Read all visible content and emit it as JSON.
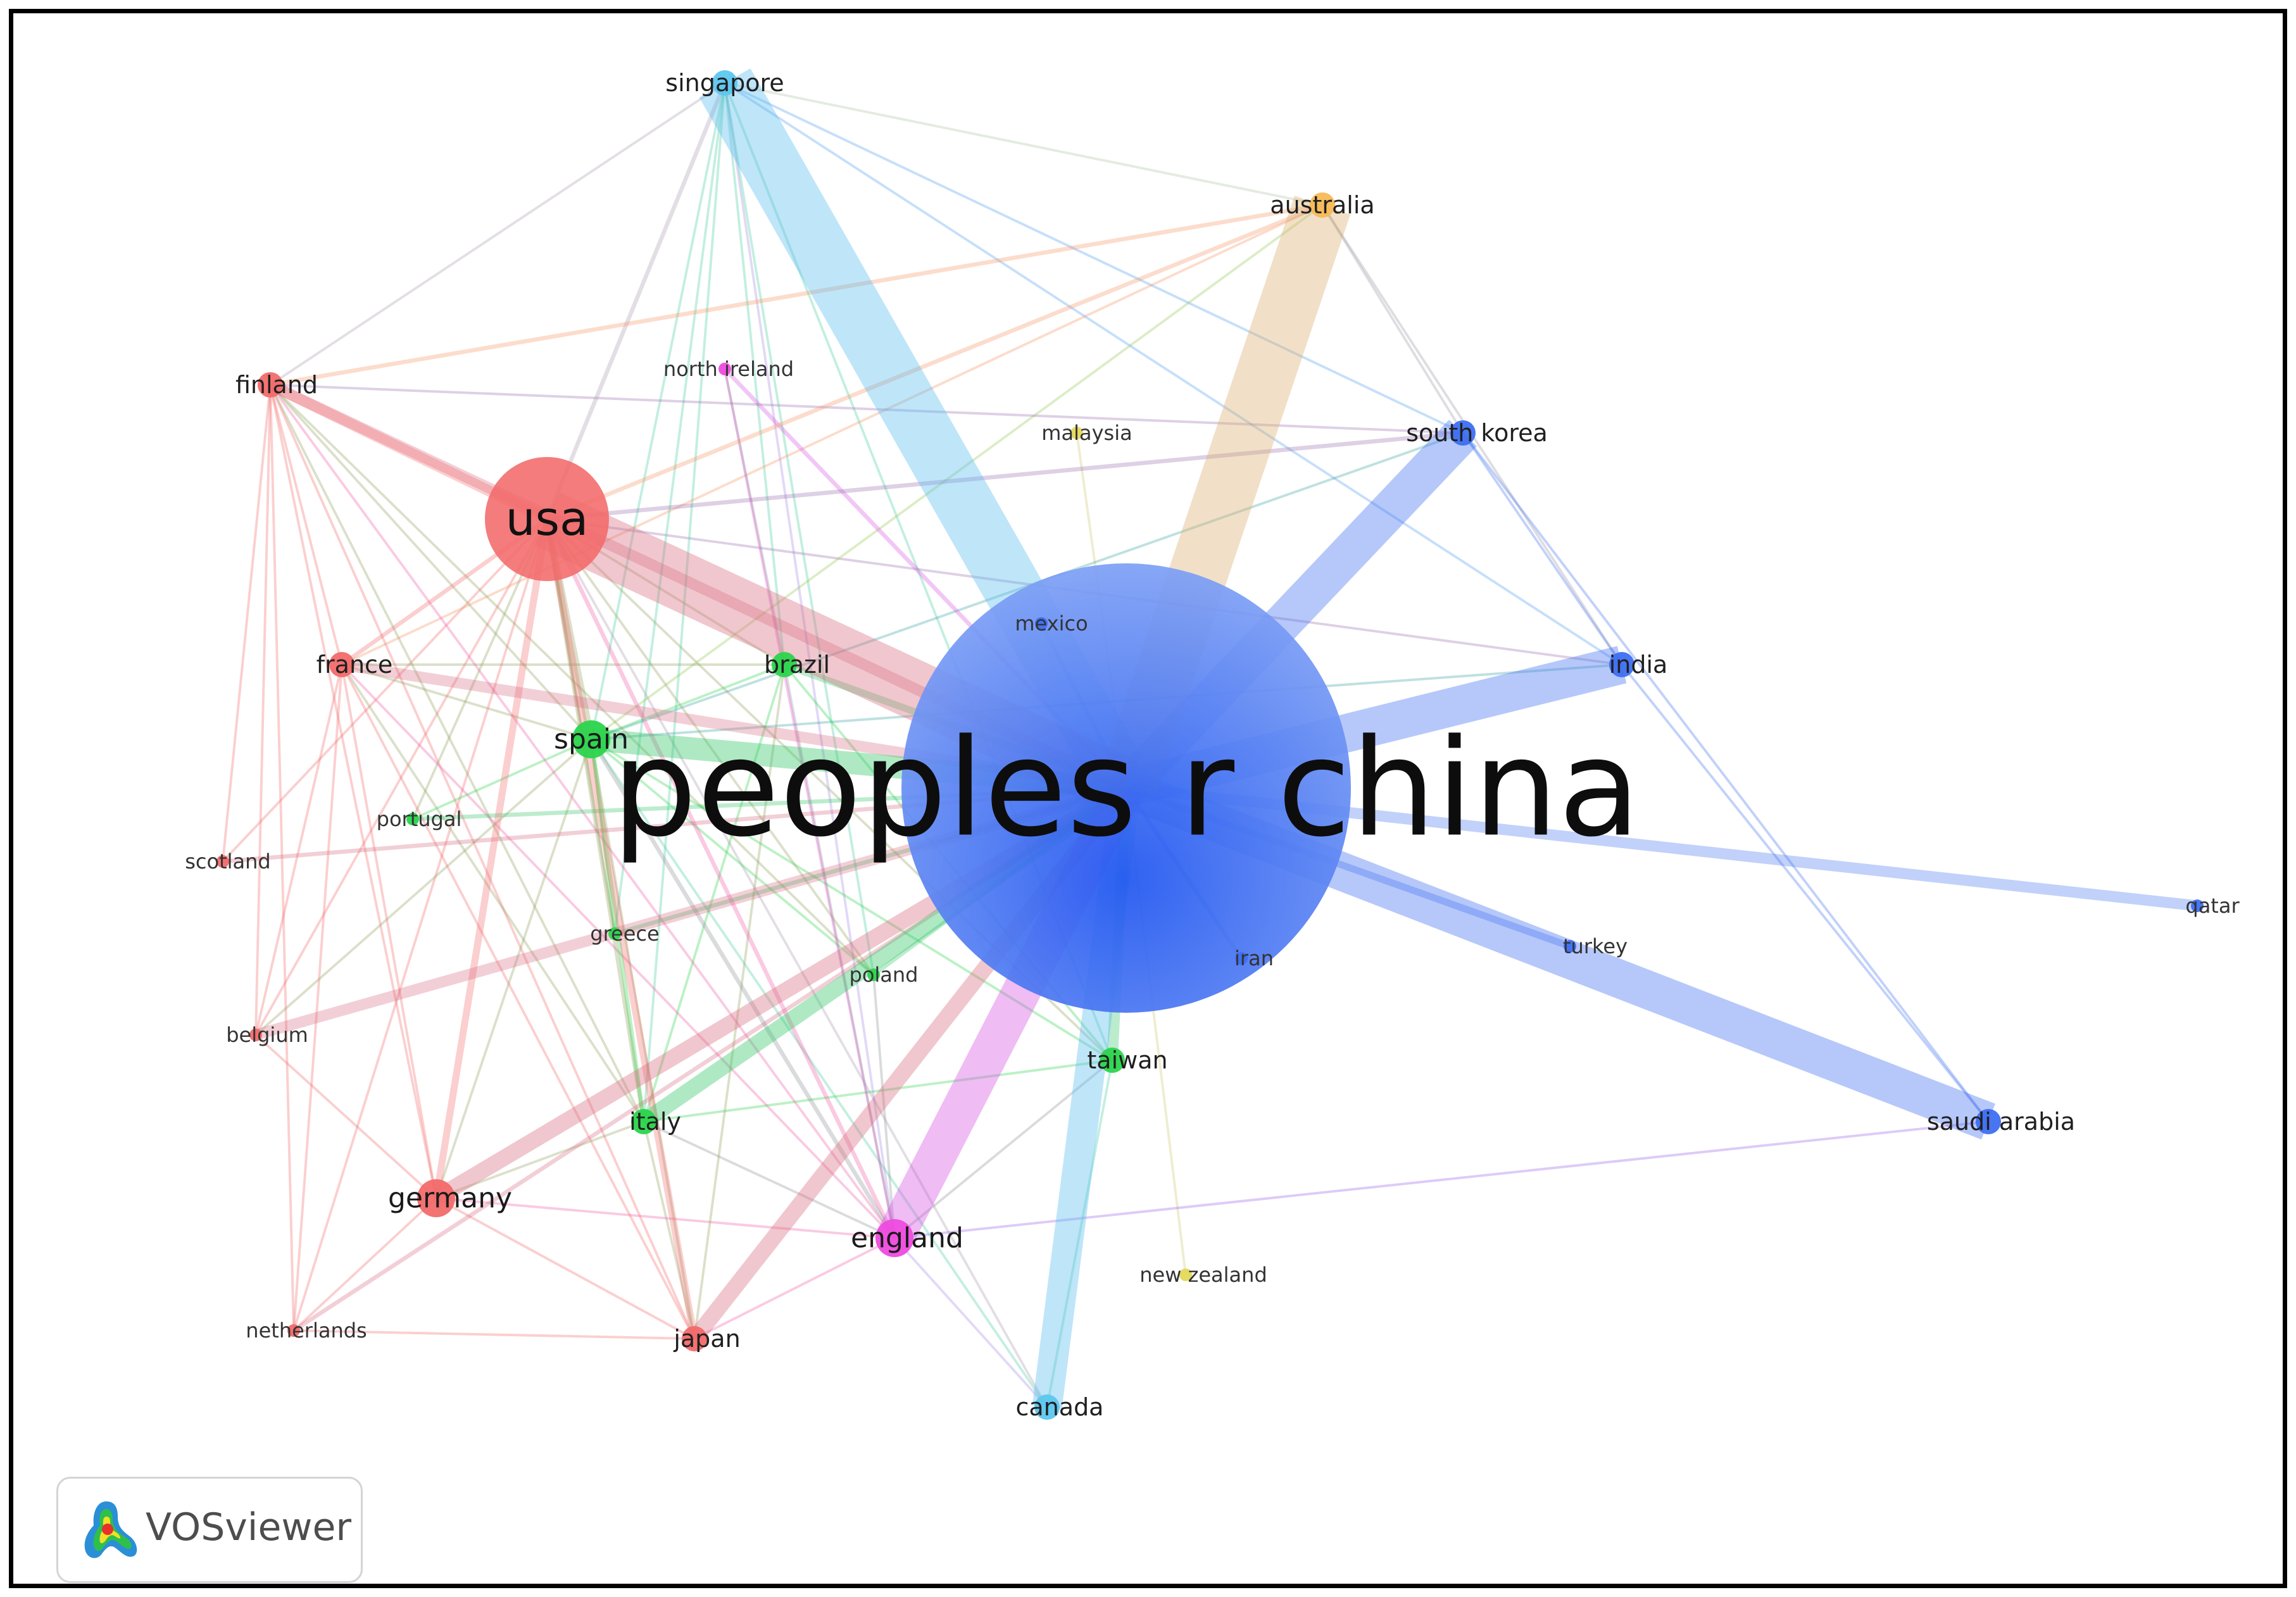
{
  "diagram": {
    "nodes": [
      {
        "id": "china",
        "label": "peoples r china",
        "cluster": "blue",
        "size": "huge"
      },
      {
        "id": "usa",
        "label": "usa",
        "cluster": "red",
        "size": "large"
      },
      {
        "id": "singapore",
        "label": "singapore",
        "cluster": "cyan",
        "size": "small"
      },
      {
        "id": "australia",
        "label": "australia",
        "cluster": "orange",
        "size": "small"
      },
      {
        "id": "north_ireland",
        "label": "north ireland",
        "cluster": "violet",
        "size": "tiny"
      },
      {
        "id": "finland",
        "label": "finland",
        "cluster": "red",
        "size": "small"
      },
      {
        "id": "malaysia",
        "label": "malaysia",
        "cluster": "yellow",
        "size": "tiny"
      },
      {
        "id": "south_korea",
        "label": "south korea",
        "cluster": "blue",
        "size": "small"
      },
      {
        "id": "mexico",
        "label": "mexico",
        "cluster": "blue",
        "size": "tiny"
      },
      {
        "id": "france",
        "label": "france",
        "cluster": "red",
        "size": "small"
      },
      {
        "id": "brazil",
        "label": "brazil",
        "cluster": "green",
        "size": "small"
      },
      {
        "id": "india",
        "label": "india",
        "cluster": "blue",
        "size": "small"
      },
      {
        "id": "spain",
        "label": "spain",
        "cluster": "green",
        "size": "medium"
      },
      {
        "id": "portugal",
        "label": "portugal",
        "cluster": "green",
        "size": "tiny"
      },
      {
        "id": "scotland",
        "label": "scotland",
        "cluster": "red",
        "size": "tiny"
      },
      {
        "id": "qatar",
        "label": "qatar",
        "cluster": "blue",
        "size": "tiny"
      },
      {
        "id": "greece",
        "label": "greece",
        "cluster": "green",
        "size": "tiny"
      },
      {
        "id": "turkey",
        "label": "turkey",
        "cluster": "blue",
        "size": "tiny"
      },
      {
        "id": "iran",
        "label": "iran",
        "cluster": "blue",
        "size": "tiny"
      },
      {
        "id": "poland",
        "label": "poland",
        "cluster": "green",
        "size": "tiny"
      },
      {
        "id": "belgium",
        "label": "belgium",
        "cluster": "red",
        "size": "tiny"
      },
      {
        "id": "taiwan",
        "label": "taiwan",
        "cluster": "green",
        "size": "small"
      },
      {
        "id": "italy",
        "label": "italy",
        "cluster": "green",
        "size": "small"
      },
      {
        "id": "saudi_arabia",
        "label": "saudi arabia",
        "cluster": "blue",
        "size": "small"
      },
      {
        "id": "germany",
        "label": "germany",
        "cluster": "red",
        "size": "medium"
      },
      {
        "id": "england",
        "label": "england",
        "cluster": "violet",
        "size": "medium"
      },
      {
        "id": "new_zealand",
        "label": "new zealand",
        "cluster": "yellow",
        "size": "tiny"
      },
      {
        "id": "netherlands",
        "label": "netherlands",
        "cluster": "red",
        "size": "tiny"
      },
      {
        "id": "japan",
        "label": "japan",
        "cluster": "red",
        "size": "small"
      },
      {
        "id": "canada",
        "label": "canada",
        "cluster": "cyan",
        "size": "small"
      }
    ],
    "edges": [
      {
        "source": "china",
        "target": "singapore",
        "strength": 10
      },
      {
        "source": "china",
        "target": "australia",
        "strength": 10
      },
      {
        "source": "china",
        "target": "usa",
        "strength": 10
      },
      {
        "source": "china",
        "target": "south_korea",
        "strength": 8
      },
      {
        "source": "china",
        "target": "india",
        "strength": 8
      },
      {
        "source": "china",
        "target": "saudi_arabia",
        "strength": 8
      },
      {
        "source": "china",
        "target": "canada",
        "strength": 7
      },
      {
        "source": "china",
        "target": "england",
        "strength": 8
      },
      {
        "source": "china",
        "target": "qatar",
        "strength": 4
      },
      {
        "source": "china",
        "target": "spain",
        "strength": 6
      },
      {
        "source": "china",
        "target": "germany",
        "strength": 5
      },
      {
        "source": "china",
        "target": "japan",
        "strength": 5
      },
      {
        "source": "china",
        "target": "italy",
        "strength": 5
      },
      {
        "source": "china",
        "target": "france",
        "strength": 4
      },
      {
        "source": "china",
        "target": "finland",
        "strength": 4
      },
      {
        "source": "china",
        "target": "belgium",
        "strength": 4
      },
      {
        "source": "china",
        "target": "taiwan",
        "strength": 4
      },
      {
        "source": "china",
        "target": "turkey",
        "strength": 3
      },
      {
        "source": "china",
        "target": "brazil",
        "strength": 3
      },
      {
        "source": "china",
        "target": "scotland",
        "strength": 2
      },
      {
        "source": "china",
        "target": "malaysia",
        "strength": 1
      },
      {
        "source": "china",
        "target": "new_zealand",
        "strength": 1
      },
      {
        "source": "china",
        "target": "north_ireland",
        "strength": 2
      },
      {
        "source": "china",
        "target": "greece",
        "strength": 2
      },
      {
        "source": "china",
        "target": "portugal",
        "strength": 2
      },
      {
        "source": "china",
        "target": "poland",
        "strength": 2
      },
      {
        "source": "china",
        "target": "iran",
        "strength": 2
      },
      {
        "source": "china",
        "target": "mexico",
        "strength": 2
      },
      {
        "source": "china",
        "target": "netherlands",
        "strength": 2
      },
      {
        "source": "usa",
        "target": "finland",
        "strength": 4
      },
      {
        "source": "usa",
        "target": "france",
        "strength": 2
      },
      {
        "source": "usa",
        "target": "spain",
        "strength": 3
      },
      {
        "source": "usa",
        "target": "germany",
        "strength": 3
      },
      {
        "source": "usa",
        "target": "japan",
        "strength": 3
      },
      {
        "source": "usa",
        "target": "italy",
        "strength": 2
      },
      {
        "source": "usa",
        "target": "england",
        "strength": 2
      },
      {
        "source": "usa",
        "target": "singapore",
        "strength": 2
      },
      {
        "source": "usa",
        "target": "australia",
        "strength": 2
      },
      {
        "source": "usa",
        "target": "south_korea",
        "strength": 2
      },
      {
        "source": "usa",
        "target": "india",
        "strength": 1
      },
      {
        "source": "usa",
        "target": "brazil",
        "strength": 1
      },
      {
        "source": "usa",
        "target": "taiwan",
        "strength": 1
      },
      {
        "source": "usa",
        "target": "canada",
        "strength": 1
      },
      {
        "source": "usa",
        "target": "netherlands",
        "strength": 1
      },
      {
        "source": "usa",
        "target": "belgium",
        "strength": 1
      },
      {
        "source": "usa",
        "target": "scotland",
        "strength": 1
      },
      {
        "source": "usa",
        "target": "portugal",
        "strength": 1
      },
      {
        "source": "usa",
        "target": "greece",
        "strength": 1
      },
      {
        "source": "usa",
        "target": "poland",
        "strength": 1
      },
      {
        "source": "singapore",
        "target": "australia",
        "strength": 1
      },
      {
        "source": "singapore",
        "target": "south_korea",
        "strength": 1
      },
      {
        "source": "singapore",
        "target": "india",
        "strength": 1
      },
      {
        "source": "singapore",
        "target": "finland",
        "strength": 1
      },
      {
        "source": "singapore",
        "target": "spain",
        "strength": 1
      },
      {
        "source": "singapore",
        "target": "italy",
        "strength": 1
      },
      {
        "source": "singapore",
        "target": "england",
        "strength": 1
      },
      {
        "source": "singapore",
        "target": "poland",
        "strength": 1
      },
      {
        "source": "singapore",
        "target": "brazil",
        "strength": 1
      },
      {
        "source": "singapore",
        "target": "taiwan",
        "strength": 1
      },
      {
        "source": "singapore",
        "target": "greece",
        "strength": 1
      },
      {
        "source": "australia",
        "target": "south_korea",
        "strength": 1
      },
      {
        "source": "australia",
        "target": "india",
        "strength": 1
      },
      {
        "source": "australia",
        "target": "finland",
        "strength": 2
      },
      {
        "source": "australia",
        "target": "spain",
        "strength": 1
      },
      {
        "source": "australia",
        "target": "france",
        "strength": 1
      },
      {
        "source": "south_korea",
        "target": "india",
        "strength": 1
      },
      {
        "source": "south_korea",
        "target": "saudi_arabia",
        "strength": 1
      },
      {
        "source": "south_korea",
        "target": "finland",
        "strength": 1
      },
      {
        "source": "south_korea",
        "target": "spain",
        "strength": 1
      },
      {
        "source": "india",
        "target": "saudi_arabia",
        "strength": 1
      },
      {
        "source": "india",
        "target": "spain",
        "strength": 1
      },
      {
        "source": "saudi_arabia",
        "target": "england",
        "strength": 1
      },
      {
        "source": "finland",
        "target": "spain",
        "strength": 1
      },
      {
        "source": "finland",
        "target": "france",
        "strength": 1
      },
      {
        "source": "finland",
        "target": "germany",
        "strength": 1
      },
      {
        "source": "finland",
        "target": "italy",
        "strength": 1
      },
      {
        "source": "finland",
        "target": "england",
        "strength": 1
      },
      {
        "source": "finland",
        "target": "japan",
        "strength": 1
      },
      {
        "source": "finland",
        "target": "scotland",
        "strength": 1
      },
      {
        "source": "finland",
        "target": "belgium",
        "strength": 1
      },
      {
        "source": "finland",
        "target": "netherlands",
        "strength": 1
      },
      {
        "source": "finland",
        "target": "poland",
        "strength": 1
      },
      {
        "source": "france",
        "target": "spain",
        "strength": 1
      },
      {
        "source": "france",
        "target": "germany",
        "strength": 1
      },
      {
        "source": "france",
        "target": "italy",
        "strength": 1
      },
      {
        "source": "france",
        "target": "england",
        "strength": 1
      },
      {
        "source": "france",
        "target": "japan",
        "strength": 1
      },
      {
        "source": "france",
        "target": "netherlands",
        "strength": 1
      },
      {
        "source": "france",
        "target": "belgium",
        "strength": 1
      },
      {
        "source": "france",
        "target": "brazil",
        "strength": 1
      },
      {
        "source": "spain",
        "target": "italy",
        "strength": 2
      },
      {
        "source": "spain",
        "target": "england",
        "strength": 2
      },
      {
        "source": "spain",
        "target": "germany",
        "strength": 1
      },
      {
        "source": "spain",
        "target": "japan",
        "strength": 1
      },
      {
        "source": "spain",
        "target": "brazil",
        "strength": 1
      },
      {
        "source": "spain",
        "target": "portugal",
        "strength": 1
      },
      {
        "source": "spain",
        "target": "greece",
        "strength": 1
      },
      {
        "source": "spain",
        "target": "poland",
        "strength": 1
      },
      {
        "source": "spain",
        "target": "taiwan",
        "strength": 1
      },
      {
        "source": "spain",
        "target": "canada",
        "strength": 1
      },
      {
        "source": "spain",
        "target": "belgium",
        "strength": 1
      },
      {
        "source": "italy",
        "target": "germany",
        "strength": 1
      },
      {
        "source": "italy",
        "target": "england",
        "strength": 1
      },
      {
        "source": "italy",
        "target": "japan",
        "strength": 1
      },
      {
        "source": "italy",
        "target": "brazil",
        "strength": 1
      },
      {
        "source": "italy",
        "target": "taiwan",
        "strength": 1
      },
      {
        "source": "germany",
        "target": "england",
        "strength": 1
      },
      {
        "source": "germany",
        "target": "japan",
        "strength": 1
      },
      {
        "source": "germany",
        "target": "netherlands",
        "strength": 1
      },
      {
        "source": "germany",
        "target": "belgium",
        "strength": 1
      },
      {
        "source": "england",
        "target": "japan",
        "strength": 1
      },
      {
        "source": "england",
        "target": "canada",
        "strength": 1
      },
      {
        "source": "england",
        "target": "taiwan",
        "strength": 1
      },
      {
        "source": "england",
        "target": "north_ireland",
        "strength": 1
      },
      {
        "source": "england",
        "target": "poland",
        "strength": 1
      },
      {
        "source": "england",
        "target": "brazil",
        "strength": 1
      },
      {
        "source": "taiwan",
        "target": "canada",
        "strength": 1
      },
      {
        "source": "taiwan",
        "target": "brazil",
        "strength": 1
      },
      {
        "source": "japan",
        "target": "brazil",
        "strength": 1
      },
      {
        "source": "japan",
        "target": "netherlands",
        "strength": 1
      },
      {
        "source": "north_ireland",
        "target": "brazil",
        "strength": 1
      }
    ]
  },
  "logo": {
    "name": "VOSviewer"
  },
  "colors": {
    "blue": "#3e6ff1",
    "red": "#f26a6a",
    "green": "#2bd44c",
    "cyan": "#5cc7ef",
    "orange": "#f7b955",
    "violet": "#ee4bde",
    "yellow": "#e4d85a"
  }
}
